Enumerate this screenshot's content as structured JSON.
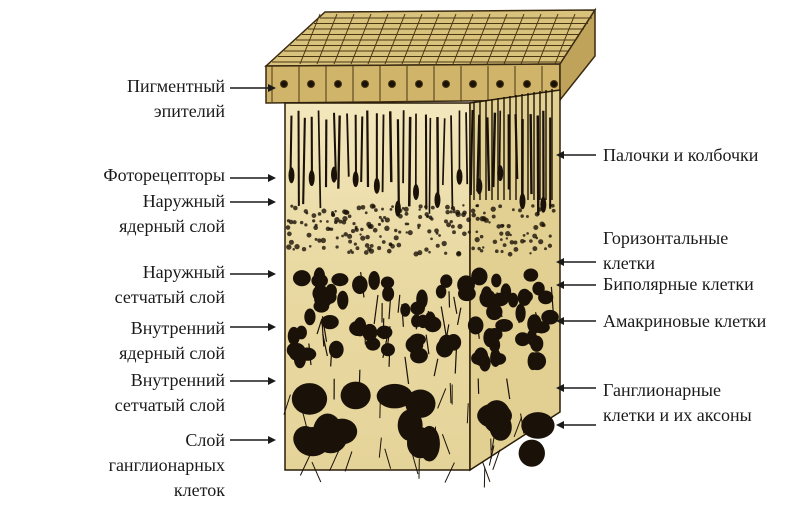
{
  "left_labels": [
    {
      "id": "pigment",
      "lines": [
        "Пигментный",
        "эпителий"
      ]
    },
    {
      "id": "photoreceptors",
      "lines": [
        "Фоторецепторы"
      ]
    },
    {
      "id": "outer-nuclear",
      "lines": [
        "Наружный",
        "ядерный слой"
      ]
    },
    {
      "id": "outer-plexiform",
      "lines": [
        "Наружный",
        "сетчатый слой"
      ]
    },
    {
      "id": "inner-nuclear",
      "lines": [
        "Внутренний",
        "ядерный слой"
      ]
    },
    {
      "id": "inner-plexiform",
      "lines": [
        "Внутренний",
        "сетчатый слой"
      ]
    },
    {
      "id": "ganglion-layer",
      "lines": [
        "Слой",
        "ганглионарных",
        "клеток"
      ]
    }
  ],
  "right_labels": [
    {
      "id": "rods-cones",
      "lines": [
        "Палочки и колбочки"
      ]
    },
    {
      "id": "horizontal",
      "lines": [
        "Горизонтальные",
        "клетки"
      ]
    },
    {
      "id": "bipolar",
      "lines": [
        "Биполярные клетки"
      ]
    },
    {
      "id": "amacrine",
      "lines": [
        "Амакриновые клетки"
      ]
    },
    {
      "id": "ganglion-cells",
      "lines": [
        "Ганглионарные",
        "клетки и их аксоны"
      ]
    }
  ],
  "colors": {
    "tissue": "#eee0b0",
    "pigment_top": "#d9c27c",
    "ink": "#1a1208",
    "label": "#1a1a1a"
  }
}
